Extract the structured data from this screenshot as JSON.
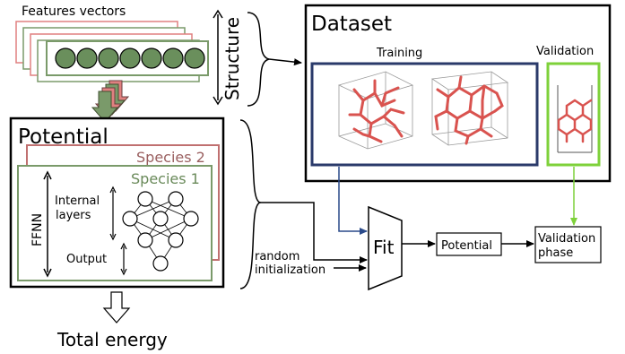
{
  "features": {
    "label": "Features vectors"
  },
  "structure": {
    "label": "Structure"
  },
  "dataset": {
    "title": "Dataset",
    "training_label": "Training",
    "validation_label": "Validation"
  },
  "potential_box": {
    "title": "Potential",
    "species_2": "Species 2",
    "species_1": "Species 1",
    "ffnn": "FFNN",
    "internal_layers": [
      "Internal",
      "layers"
    ],
    "output": "Output"
  },
  "total_energy": "Total energy",
  "random_init": [
    "random",
    "initialization"
  ],
  "fit": "Fit",
  "potential_result": "Potential",
  "validation_phase": [
    "Validation",
    "phase"
  ],
  "colors": {
    "feature_border": "#e08080",
    "feature_green": "#7a9a6a",
    "node_fill": "#6a8f5c",
    "species2": "#c07070",
    "species1": "#7a9a6a",
    "training_border": "#2a3a6a",
    "validation_border": "#7ed13a",
    "molecule": "#d9534f",
    "arrow_blue": "#2a4a8a",
    "arrow_green": "#7ed13a"
  }
}
